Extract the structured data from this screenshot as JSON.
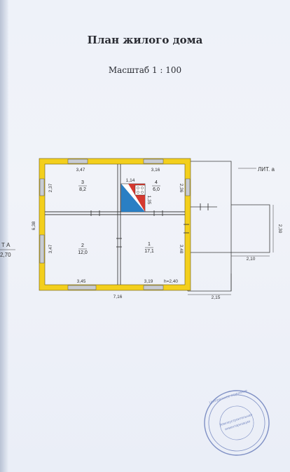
{
  "document": {
    "title": "План жилого дома",
    "scale": "Масштаб 1 : 100"
  },
  "plan": {
    "lit_label": "ЛИТ. а",
    "left_label_a": "Т А",
    "left_label_b": "2,70",
    "height_label": "h=2,40",
    "rooms": [
      {
        "id": "1",
        "area": "17,1"
      },
      {
        "id": "2",
        "area": "12,0"
      },
      {
        "id": "3",
        "area": "8,2"
      },
      {
        "id": "4",
        "area": "6,0"
      }
    ],
    "dimensions": {
      "r3_top": "3,47",
      "r4_top": "3,16",
      "r3_left": "2,37",
      "r4_right": "2,36",
      "stove": "1,14",
      "r4_inner": "1,35",
      "total_left": "6,38",
      "r2_left": "3,47",
      "r1_right": "3,48",
      "r2_bottom": "3,45",
      "r1_bottom": "3,19",
      "total_bottom": "7,16",
      "ext_right": "2,30",
      "ext_bottom": "2,10",
      "ext_lower": "2,15"
    }
  },
  "stamp": {
    "line1": "Землеустроительная",
    "line2": "инвентаризация",
    "ring": "Центральное отделение"
  },
  "colors": {
    "wall": "#f3cf1d",
    "line": "#3b3b3b",
    "stamp": "#7e8fc4",
    "stove_red": "#d4392f",
    "stove_blue": "#2a7fc4"
  }
}
